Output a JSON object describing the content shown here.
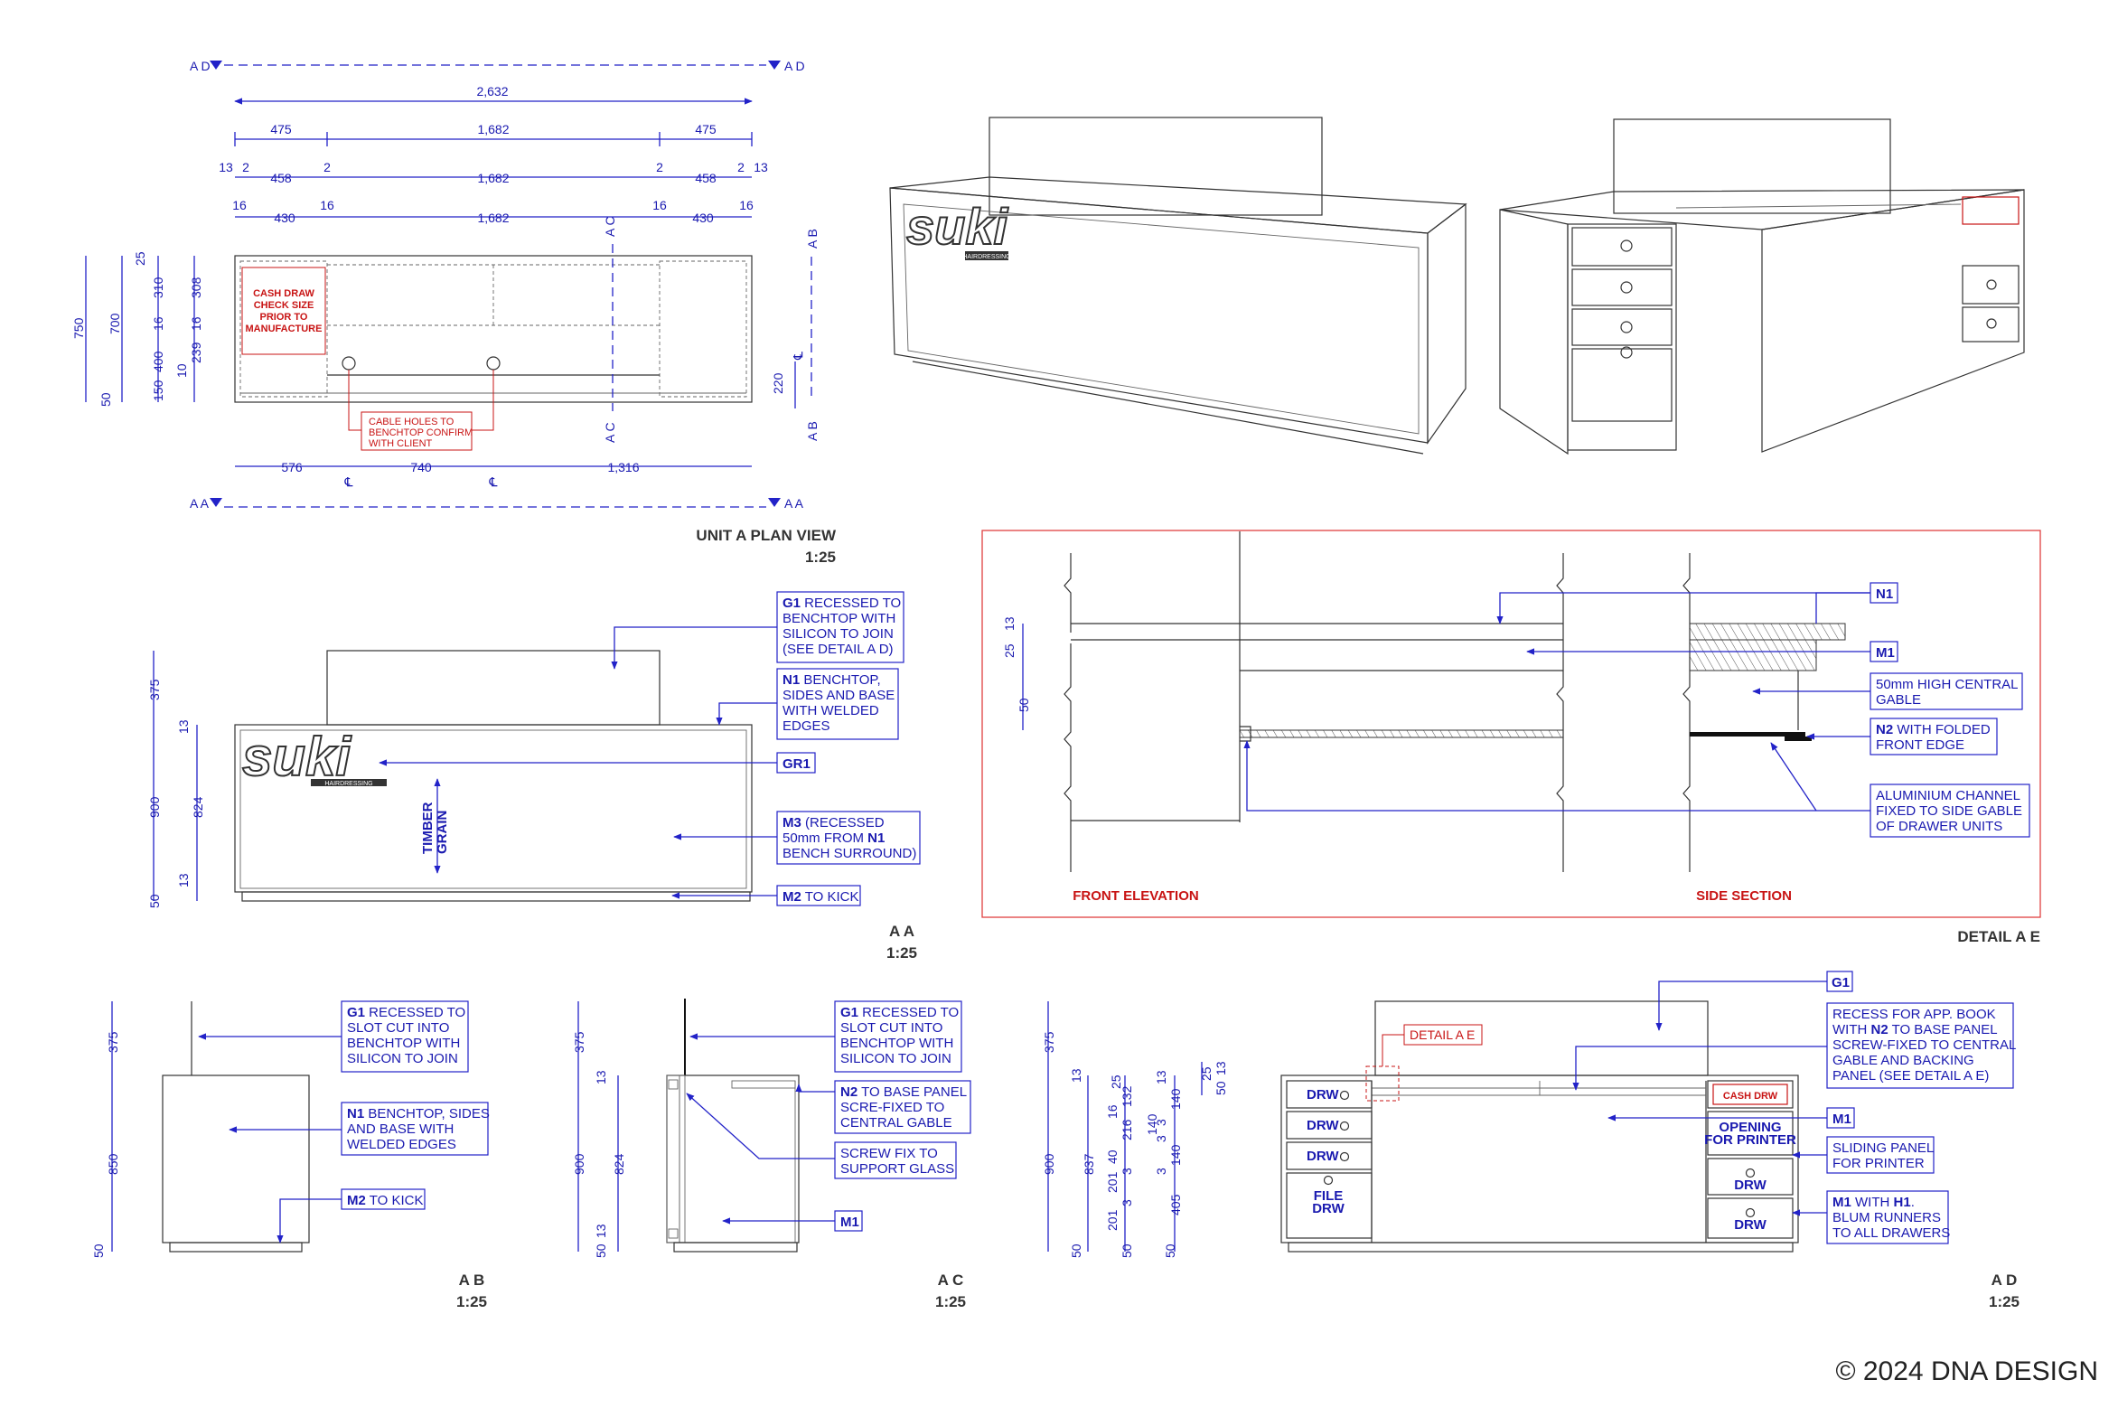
{
  "copyright": "© 2024 DNA DESIGN",
  "brand": {
    "logo": "suki",
    "sub": "HAIRDRESSING"
  },
  "plan": {
    "title": "UNIT A PLAN VIEW",
    "scale": "1:25",
    "section_ad": "A D",
    "section_aa": "A A",
    "section_ab": "A B",
    "section_ac": "A C",
    "row1": [
      "2,632"
    ],
    "row2": [
      "475",
      "1,682",
      "475"
    ],
    "row3": [
      "13",
      "2",
      "458",
      "2",
      "1,682",
      "2",
      "458",
      "2",
      "13"
    ],
    "row4": [
      "16",
      "430",
      "16",
      "1,682",
      "16",
      "430",
      "16"
    ],
    "bottom": [
      "576",
      "740",
      "1,316"
    ],
    "cl": "℄",
    "left_outer": [
      "750",
      "50"
    ],
    "left_mid": [
      "25",
      "700"
    ],
    "left_inner": [
      "310",
      "16",
      "400",
      "10",
      "150"
    ],
    "left_inner2": [
      "308",
      "16",
      "239"
    ],
    "right_dim": "220",
    "cash_note": [
      "CASH DRAW",
      "CHECK SIZE",
      "PRIOR TO",
      "MANUFACTURE"
    ],
    "cable_note": [
      "CABLE HOLES TO",
      "BENCHTOP CONFIRM",
      "WITH CLIENT"
    ]
  },
  "aa": {
    "title": "A A",
    "scale": "1:25",
    "dims_outer": [
      "375",
      "900",
      "50"
    ],
    "dims_inner": [
      "13",
      "824",
      "13"
    ],
    "grain": [
      "TIMBER",
      "GRAIN"
    ],
    "notes": {
      "g1": [
        "G1",
        " RECESSED TO",
        "BENCHTOP WITH",
        "SILICON TO JOIN",
        "(SEE DETAIL A D)"
      ],
      "n1": [
        "N1",
        " BENCHTOP,",
        "SIDES AND BASE",
        "WITH WELDED",
        "EDGES"
      ],
      "gr1": "GR1",
      "m3": [
        "M3",
        " (RECESSED",
        "50mm FROM ",
        "N1",
        "BENCH SURROUND)"
      ],
      "m2": [
        "M2",
        " TO KICK"
      ]
    }
  },
  "detail": {
    "title": "DETAIL A E",
    "front": "FRONT ELEVATION",
    "side": "SIDE SECTION",
    "dims": [
      "13",
      "25",
      "50"
    ],
    "n1": "N1",
    "m1": "M1",
    "gable": [
      "50mm HIGH CENTRAL",
      "GABLE"
    ],
    "n2": [
      "N2",
      " WITH FOLDED",
      "FRONT EDGE"
    ],
    "alu": [
      "ALUMINIUM CHANNEL",
      "FIXED TO SIDE GABLE",
      "OF DRAWER UNITS"
    ]
  },
  "ab": {
    "title": "A B",
    "scale": "1:25",
    "dims": [
      "375",
      "850",
      "50"
    ],
    "g1": [
      "G1",
      " RECESSED TO",
      "SLOT CUT INTO",
      "BENCHTOP WITH",
      "SILICON TO JOIN"
    ],
    "n1": [
      "N1",
      " BENCHTOP, SIDES",
      "AND BASE WITH",
      "WELDED EDGES"
    ],
    "m2": [
      "M2",
      " TO KICK"
    ]
  },
  "ac": {
    "title": "A C",
    "scale": "1:25",
    "dims_outer": [
      "375",
      "900",
      "50"
    ],
    "dims_inner": [
      "13",
      "824",
      "13"
    ],
    "g1": [
      "G1",
      " RECESSED TO",
      "SLOT CUT INTO",
      "BENCHTOP WITH",
      "SILICON TO JOIN"
    ],
    "n2": [
      "N2",
      " TO BASE PANEL",
      "SCRE-FIXED TO",
      "CENTRAL GABLE"
    ],
    "screw": [
      "SCREW FIX TO",
      "SUPPORT GLASS"
    ],
    "m1": "M1"
  },
  "ad": {
    "title": "A D",
    "scale": "1:25",
    "dims_a": [
      "375",
      "13",
      "837",
      "50"
    ],
    "dims_b": [
      "900",
      "50"
    ],
    "dims_c": [
      "25",
      "132",
      "16",
      "216",
      "40",
      "3",
      "201",
      "3",
      "201",
      "50"
    ],
    "dims_d": [
      "13",
      "140",
      "3",
      "140",
      "3",
      "140",
      "3",
      "405",
      "50"
    ],
    "dims_e": [
      "25",
      "13",
      "50"
    ],
    "g1": "G1",
    "detail_ref": "DETAIL A E",
    "recess": [
      "RECESS FOR APP. BOOK",
      "WITH ",
      "N2",
      " TO BASE PANEL",
      "SCREW-FIXED TO CENTRAL",
      "GABLE AND BACKING",
      "PANEL (SEE DETAIL A E)"
    ],
    "m1": "M1",
    "sliding": [
      "SLIDING PANEL",
      "FOR PRINTER"
    ],
    "m1h1": [
      "M1",
      " WITH ",
      "H1",
      ".",
      "BLUM RUNNERS",
      "TO ALL DRAWERS"
    ],
    "drw": "DRW",
    "file_drw": [
      "FILE",
      "DRW"
    ],
    "cash_drw": "CASH DRW",
    "opening": [
      "OPENING",
      "FOR PRINTER"
    ]
  }
}
